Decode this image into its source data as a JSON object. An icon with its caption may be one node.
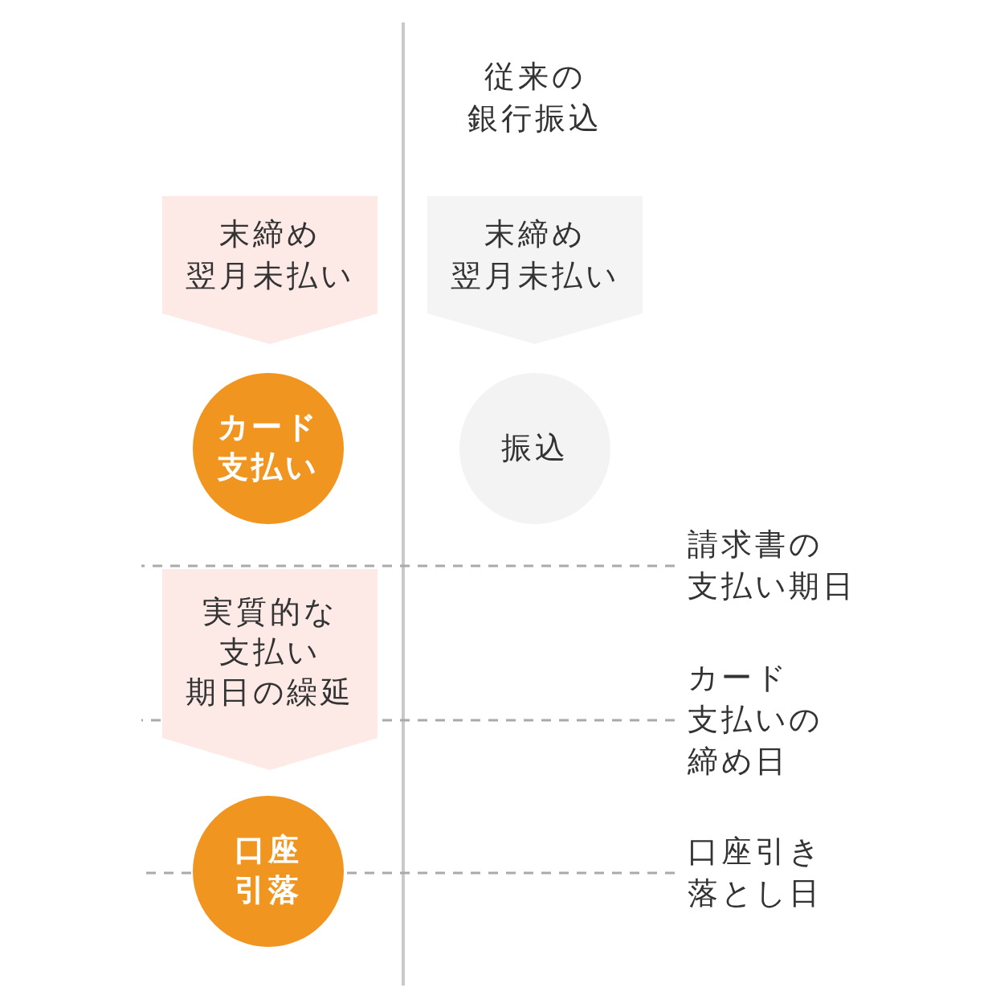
{
  "diagram": {
    "nodes": [
      {
        "text": [
          "末締め翌月未払い"
        ]
      },
      {
        "text": [
          "末締め翌月未払い"
        ]
      },
      {
        "text": [
          "カード支払い"
        ]
      },
      {
        "text": [
          "振込"
        ]
      },
      {
        "text": [
          "請求書の支払い期日"
        ]
      },
      {
        "text": [
          "実質的な支払い期日の繰延"
        ]
      },
      {
        "text": [
          "カード支払いの締め日"
        ]
      },
      {
        "text": [
          "口座引落"
        ]
      },
      {
        "text": [
          "口座引き落とし日"
        ]
      }
    ],
    "edges": [
      {
        "from": 4,
        "to": null,
        "arrow": "none",
        "style": "dashed"
      },
      {
        "from": 6,
        "to": null,
        "arrow": "none",
        "style": "dashed"
      },
      {
        "from": 8,
        "to": null,
        "arrow": "none",
        "style": "dashed"
      }
    ],
    "labels": [
      "従来の銀行振込"
    ]
  }
}
